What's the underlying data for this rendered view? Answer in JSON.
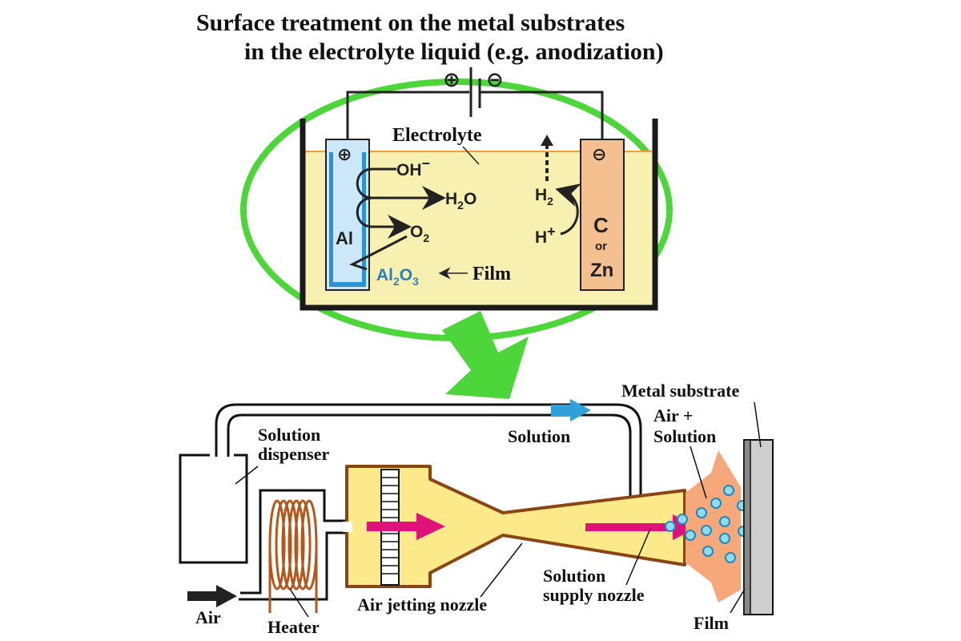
{
  "title": {
    "line1": "Surface treatment on the metal substrates",
    "line2": "in the electrolyte liquid (e.g. anodization)"
  },
  "electrolysis": {
    "battery_plus": "⊕",
    "battery_minus": "⊖",
    "electrolyte_label": "Electrolyte",
    "anode": {
      "sign": "⊕",
      "material": "Al"
    },
    "cathode": {
      "sign": "⊖",
      "material_1": "C",
      "material_or": "or",
      "material_2": "Zn"
    },
    "species": {
      "oh": "OH",
      "oh_charge": "−",
      "h2o_h": "H",
      "h2o_sub": "2",
      "h2o_o": "O",
      "o2_o": "O",
      "o2_sub": "2",
      "al2o3_al": "Al",
      "al2o3_sub1": "2",
      "al2o3_o": "O",
      "al2o3_sub2": "3",
      "h2_h": "H",
      "h2_sub": "2",
      "hplus_h": "H",
      "hplus_charge": "+"
    },
    "film_label": "Film",
    "colors": {
      "electrolyte": "#f8f0b0",
      "anode_fill": "#cce8f8",
      "anode_film": "#2a93d5",
      "cathode_fill": "#f4c090",
      "al2o3_text": "#2a7fc0",
      "green_accent": "#4cd63a"
    }
  },
  "spray_system": {
    "solution_dispenser": [
      "Solution",
      "dispenser"
    ],
    "solution_flow_label": "Solution",
    "heater_label": "Heater",
    "air_label": "Air",
    "air_jetting_nozzle_label": "Air jetting nozzle",
    "solution_supply_nozzle_label": [
      "Solution",
      "supply nozzle"
    ],
    "metal_substrate_label": "Metal substrate",
    "mixture_label": [
      "Air +",
      "Solution"
    ],
    "film_label": "Film",
    "colors": {
      "nozzle_fill": "#fbe98a",
      "nozzle_edge": "#8b4513",
      "heater_coil": "#b5561a",
      "air_arrow": "#e0127a",
      "solution_arrow": "#2fa0dc",
      "spray_cone": "#f7a87a",
      "droplet": "#8fdcf2",
      "substrate": "#bfbfbf"
    }
  }
}
